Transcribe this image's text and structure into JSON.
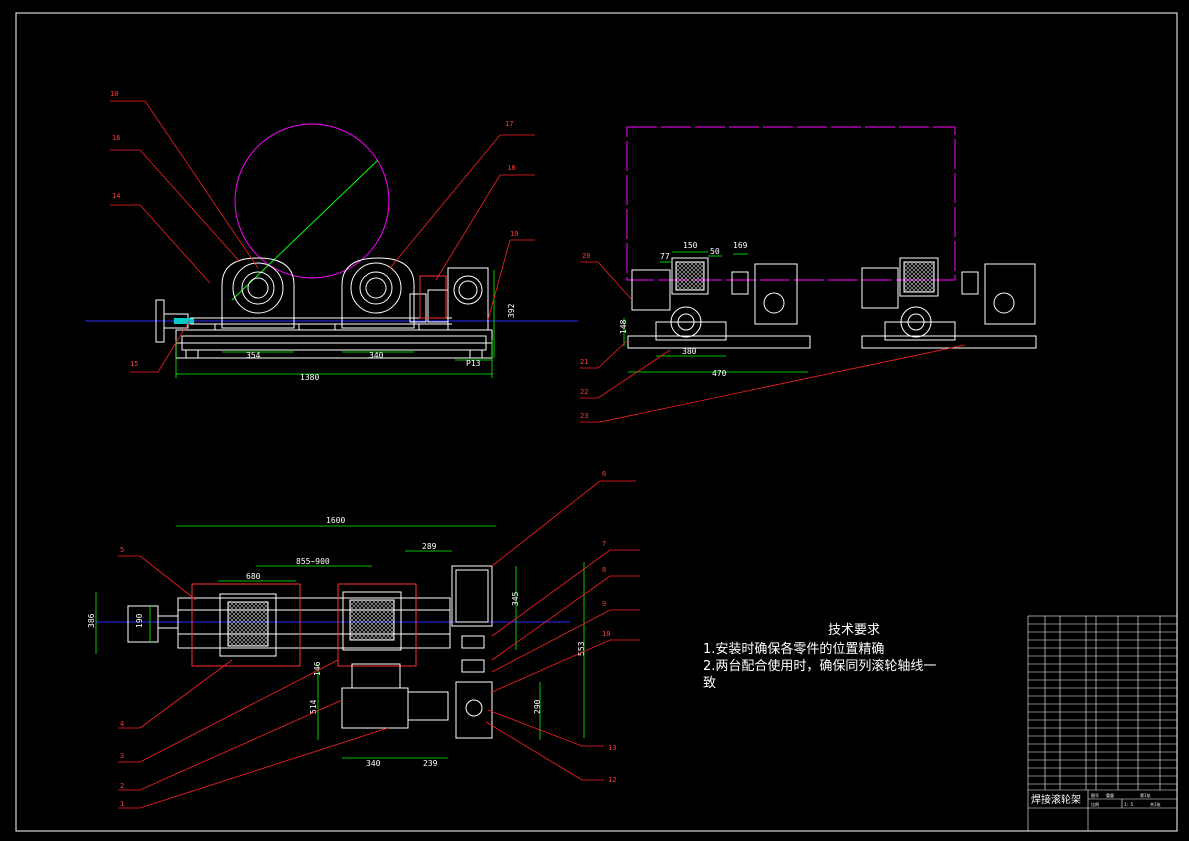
{
  "drawing": {
    "tech_requirements": {
      "title": "技术要求",
      "lines": [
        "1.安装时确保各零件的位置精确",
        "2.两台配合使用时，确保同列滚轮轴线一",
        "致"
      ]
    },
    "title_block": {
      "name": "焊接滚轮架",
      "scale_label": "比例",
      "scale": "1：5",
      "sheet": "第1张",
      "sheets_total": "共1张",
      "drawing_no_label": "图号",
      "weight_label": "重量"
    },
    "dimensions": {
      "front": [
        "354",
        "340",
        "1380",
        "P13",
        "392"
      ],
      "side": [
        "150",
        "50",
        "169",
        "77",
        "148",
        "380",
        "470"
      ],
      "plan": [
        "1600",
        "680",
        "855~900",
        "289",
        "345",
        "190",
        "386",
        "553",
        "290",
        "340",
        "239",
        "514",
        "146"
      ]
    },
    "callouts": {
      "front": [
        "10",
        "16",
        "14",
        "15",
        "17",
        "18",
        "19"
      ],
      "side": [
        "20",
        "21",
        "22",
        "23"
      ],
      "plan": [
        "5",
        "6",
        "7",
        "8",
        "9",
        "10",
        "4",
        "3",
        "2",
        "1",
        "13",
        "12"
      ]
    },
    "colors": {
      "background": "#000000",
      "outline": "#ffffff",
      "leader": "#ff2020",
      "center_line": "#2a2aff",
      "dimension": "#00ff00",
      "workpiece": "#ff00ff",
      "hatch": "#c0c0c0"
    }
  }
}
